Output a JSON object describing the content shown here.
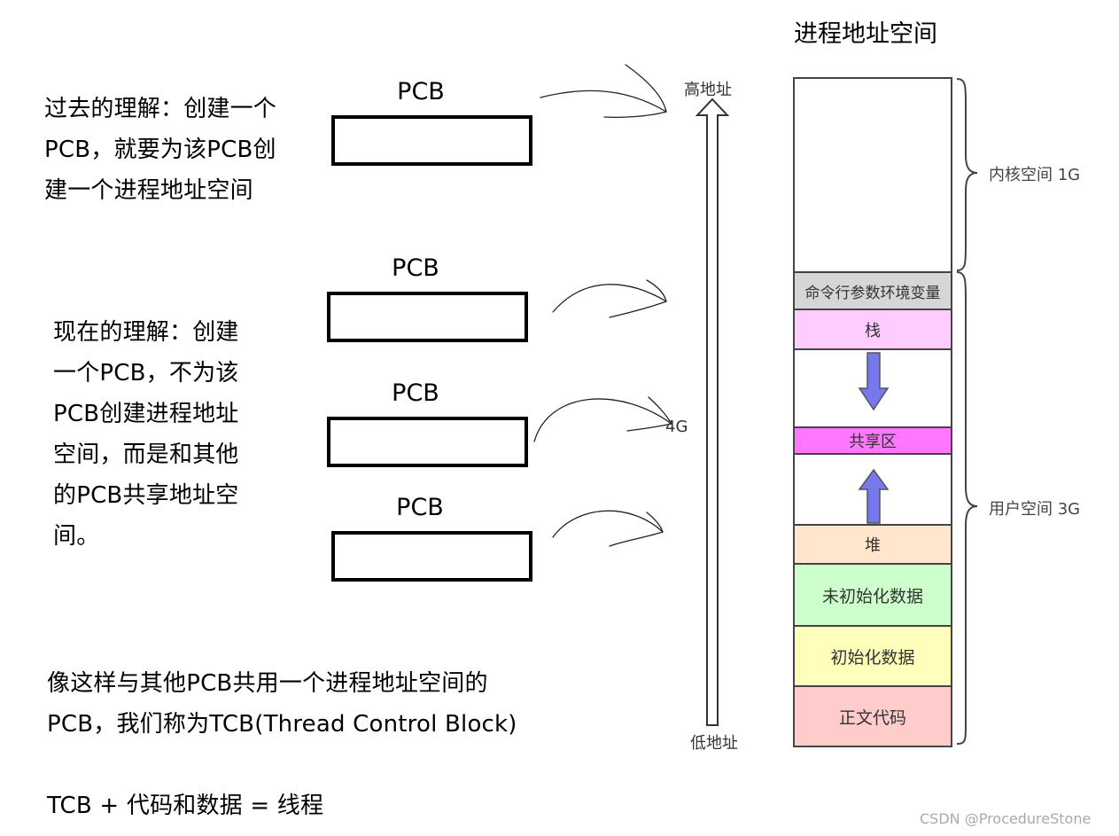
{
  "left": {
    "past_text": "过去的理解：创建一个\nPCB，就要为该PCB创\n建一个进程地址空间",
    "now_text": "现在的理解：创建\n一个PCB，不为该\nPCB创建进程地址\n空间，而是和其他\n的PCB共享地址空\n间。",
    "tcb_text": "像这样与其他PCB共用一个进程地址空间的\nPCB，我们称为TCB(Thread Control Block)",
    "formula_text": "TCB + 代码和数据 = 线程"
  },
  "pcbs": [
    "PCB",
    "PCB",
    "PCB",
    "PCB"
  ],
  "address_space": {
    "title": "进程地址空间",
    "high_label": "高地址",
    "low_label": "低地址",
    "mid_label": "4G",
    "kernel_label": "内核空间 1G",
    "user_label": "用户空间 3G",
    "segments": {
      "cmdline": "命令行参数环境变量",
      "stack": "栈",
      "shared": "共享区",
      "heap": "堆",
      "bss": "未初始化数据",
      "data": "初始化数据",
      "text": "正文代码"
    }
  },
  "colors": {
    "cmdline": "#d6d6d6",
    "stack": "#ffccff",
    "shared": "#ff77ff",
    "heap": "#ffe6cc",
    "bss": "#ccffcc",
    "data": "#ffffbb",
    "text": "#ffcccc",
    "arrow_fill": "#7777ee"
  },
  "footer": "CSDN @ProcedureStone"
}
